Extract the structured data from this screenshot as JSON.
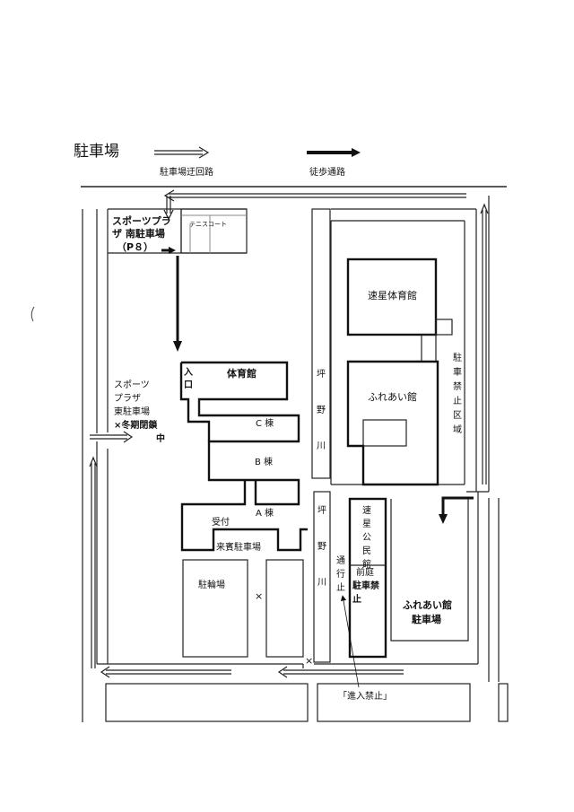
{
  "header": {
    "title": "駐車場",
    "legend": [
      {
        "label": "駐車場迂回路",
        "style": "double-arrow"
      },
      {
        "label": "徒歩通路",
        "style": "solid-arrow"
      }
    ]
  },
  "labels": {
    "south_parking": [
      "スポーツプラ",
      "ザ 南駐車場",
      "（P８）"
    ],
    "tennis_court": "テニスコート",
    "east_parking": [
      "スポーツ",
      "プラザ",
      "東駐車場"
    ],
    "east_parking_closed": [
      "×冬期閉鎖",
      "中"
    ],
    "gym_entrance": [
      "入",
      "口"
    ],
    "gym": "体育館",
    "bldg_c": "C 棟",
    "bldg_b": "B 棟",
    "bldg_a": "A 棟",
    "reception": "受付",
    "guest_parking": "来賓駐車場",
    "bicycle_parking": "駐輪場",
    "cross": "×",
    "river_upper": [
      "坪",
      "野",
      "川"
    ],
    "river_lower": [
      "坪",
      "野",
      "川"
    ],
    "hayaboshi_gym": "速星体育館",
    "fureai_hall": "ふれあい館",
    "no_parking_zone": [
      "駐",
      "車",
      "禁",
      "止",
      "区",
      "域"
    ],
    "community_hall": [
      "速",
      "星",
      "公",
      "民",
      "館"
    ],
    "front_yard": "前庭",
    "front_no_parking": [
      "駐車禁",
      "止"
    ],
    "no_through": [
      "通",
      "行",
      "止"
    ],
    "fureai_parking": [
      "ふれあい館",
      "駐車場"
    ],
    "no_entry": "「進入禁止」"
  },
  "colors": {
    "ink": "#111111",
    "paper": "#ffffff"
  }
}
